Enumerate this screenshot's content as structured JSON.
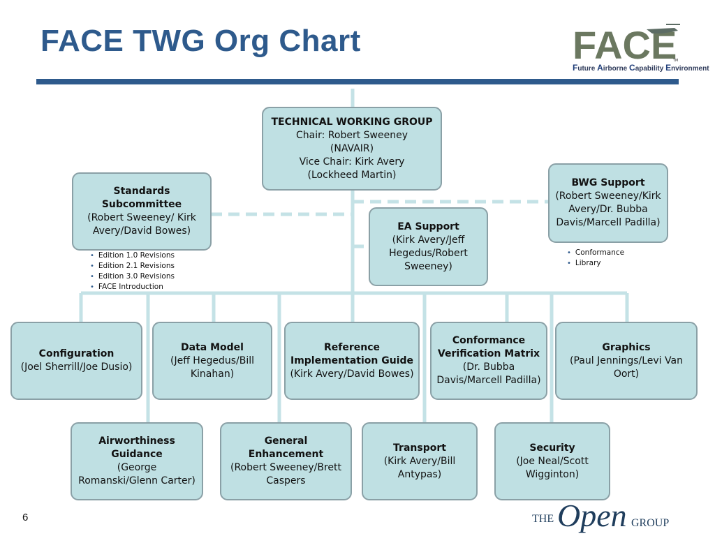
{
  "title": "FACE TWG Org Chart",
  "logo": {
    "name": "FACE",
    "tagline_parts": [
      {
        "cap": "F",
        "rest": "uture "
      },
      {
        "cap": "A",
        "rest": "irborne "
      },
      {
        "cap": "C",
        "rest": "apability "
      },
      {
        "cap": "E",
        "rest": "nvironment"
      }
    ],
    "tm": "TM"
  },
  "twg": {
    "title": "TECHNICAL WORKING GROUP",
    "line1": "Chair: Robert Sweeney",
    "line2": "(NAVAIR)",
    "line3": "Vice Chair: Kirk Avery",
    "line4": "(Lockheed Martin)"
  },
  "standards": {
    "title": "Standards Subcommittee",
    "people": "(Robert Sweeney/ Kirk Avery/David Bowes)",
    "bullets": [
      "Edition 1.0 Revisions",
      "Edition 2.1 Revisions",
      "Edition 3.0 Revisions",
      "FACE Introduction"
    ]
  },
  "bwg": {
    "title": "BWG Support",
    "people": "(Robert Sweeney/Kirk Avery/Dr. Bubba Davis/Marcell Padilla)",
    "bullets": [
      "Conformance",
      "Library"
    ]
  },
  "ea": {
    "title": "EA Support",
    "people": "(Kirk Avery/Jeff Hegedus/Robert Sweeney)"
  },
  "row1": [
    {
      "title": "Configuration",
      "people": "(Joel Sherrill/Joe Dusio)"
    },
    {
      "title": "Data Model",
      "people": "(Jeff Hegedus/Bill Kinahan)"
    },
    {
      "title": "Reference Implementation Guide",
      "people": "(Kirk Avery/David Bowes)"
    },
    {
      "title": "Conformance Verification Matrix",
      "people": "(Dr. Bubba Davis/Marcell Padilla)"
    },
    {
      "title": "Graphics",
      "people": "(Paul Jennings/Levi Van Oort)"
    }
  ],
  "row2": [
    {
      "title": "Airworthiness Guidance",
      "people": "(George Romanski/Glenn Carter)"
    },
    {
      "title": "General Enhancement",
      "people": "(Robert Sweeney/Brett Caspers"
    },
    {
      "title": "Transport",
      "people": "(Kirk Avery/Bill Antypas)"
    },
    {
      "title": "Security",
      "people": "(Joe Neal/Scott Wigginton)"
    }
  ],
  "page_number": "6",
  "footer_logo": {
    "the": "THE",
    "open": "Open",
    "group": "GROUP"
  },
  "colors": {
    "title": "#2e5a8c",
    "box_fill": "#bfe0e3",
    "box_border": "#8aa0a6",
    "connector": "#c4e2e6"
  }
}
